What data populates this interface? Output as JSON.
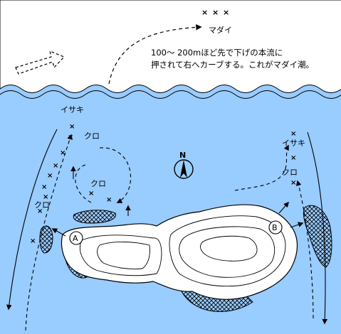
{
  "colors": {
    "sea": "#99CCFF",
    "sky": "#FFFFFF",
    "land": "#FFFFFF",
    "ink": "#000000"
  },
  "labels": {
    "madai": "マダイ",
    "isaki_left": "イサキ",
    "isaki_right": "イサキ",
    "kuro_1": "クロ",
    "kuro_2": "クロ",
    "kuro_3": "クロ",
    "kuro_right": "クロ",
    "point_a": "A",
    "point_b": "B",
    "north": "N"
  },
  "annotation": {
    "line1": "100～ 200mほど先で下げの本流に",
    "line2": "押されて右へカーブする。これがマダイ潮。"
  },
  "icons": [
    "fish-spot-marker",
    "current-arrow",
    "north-arrow-icon",
    "reef-hatch",
    "wave-surface"
  ]
}
